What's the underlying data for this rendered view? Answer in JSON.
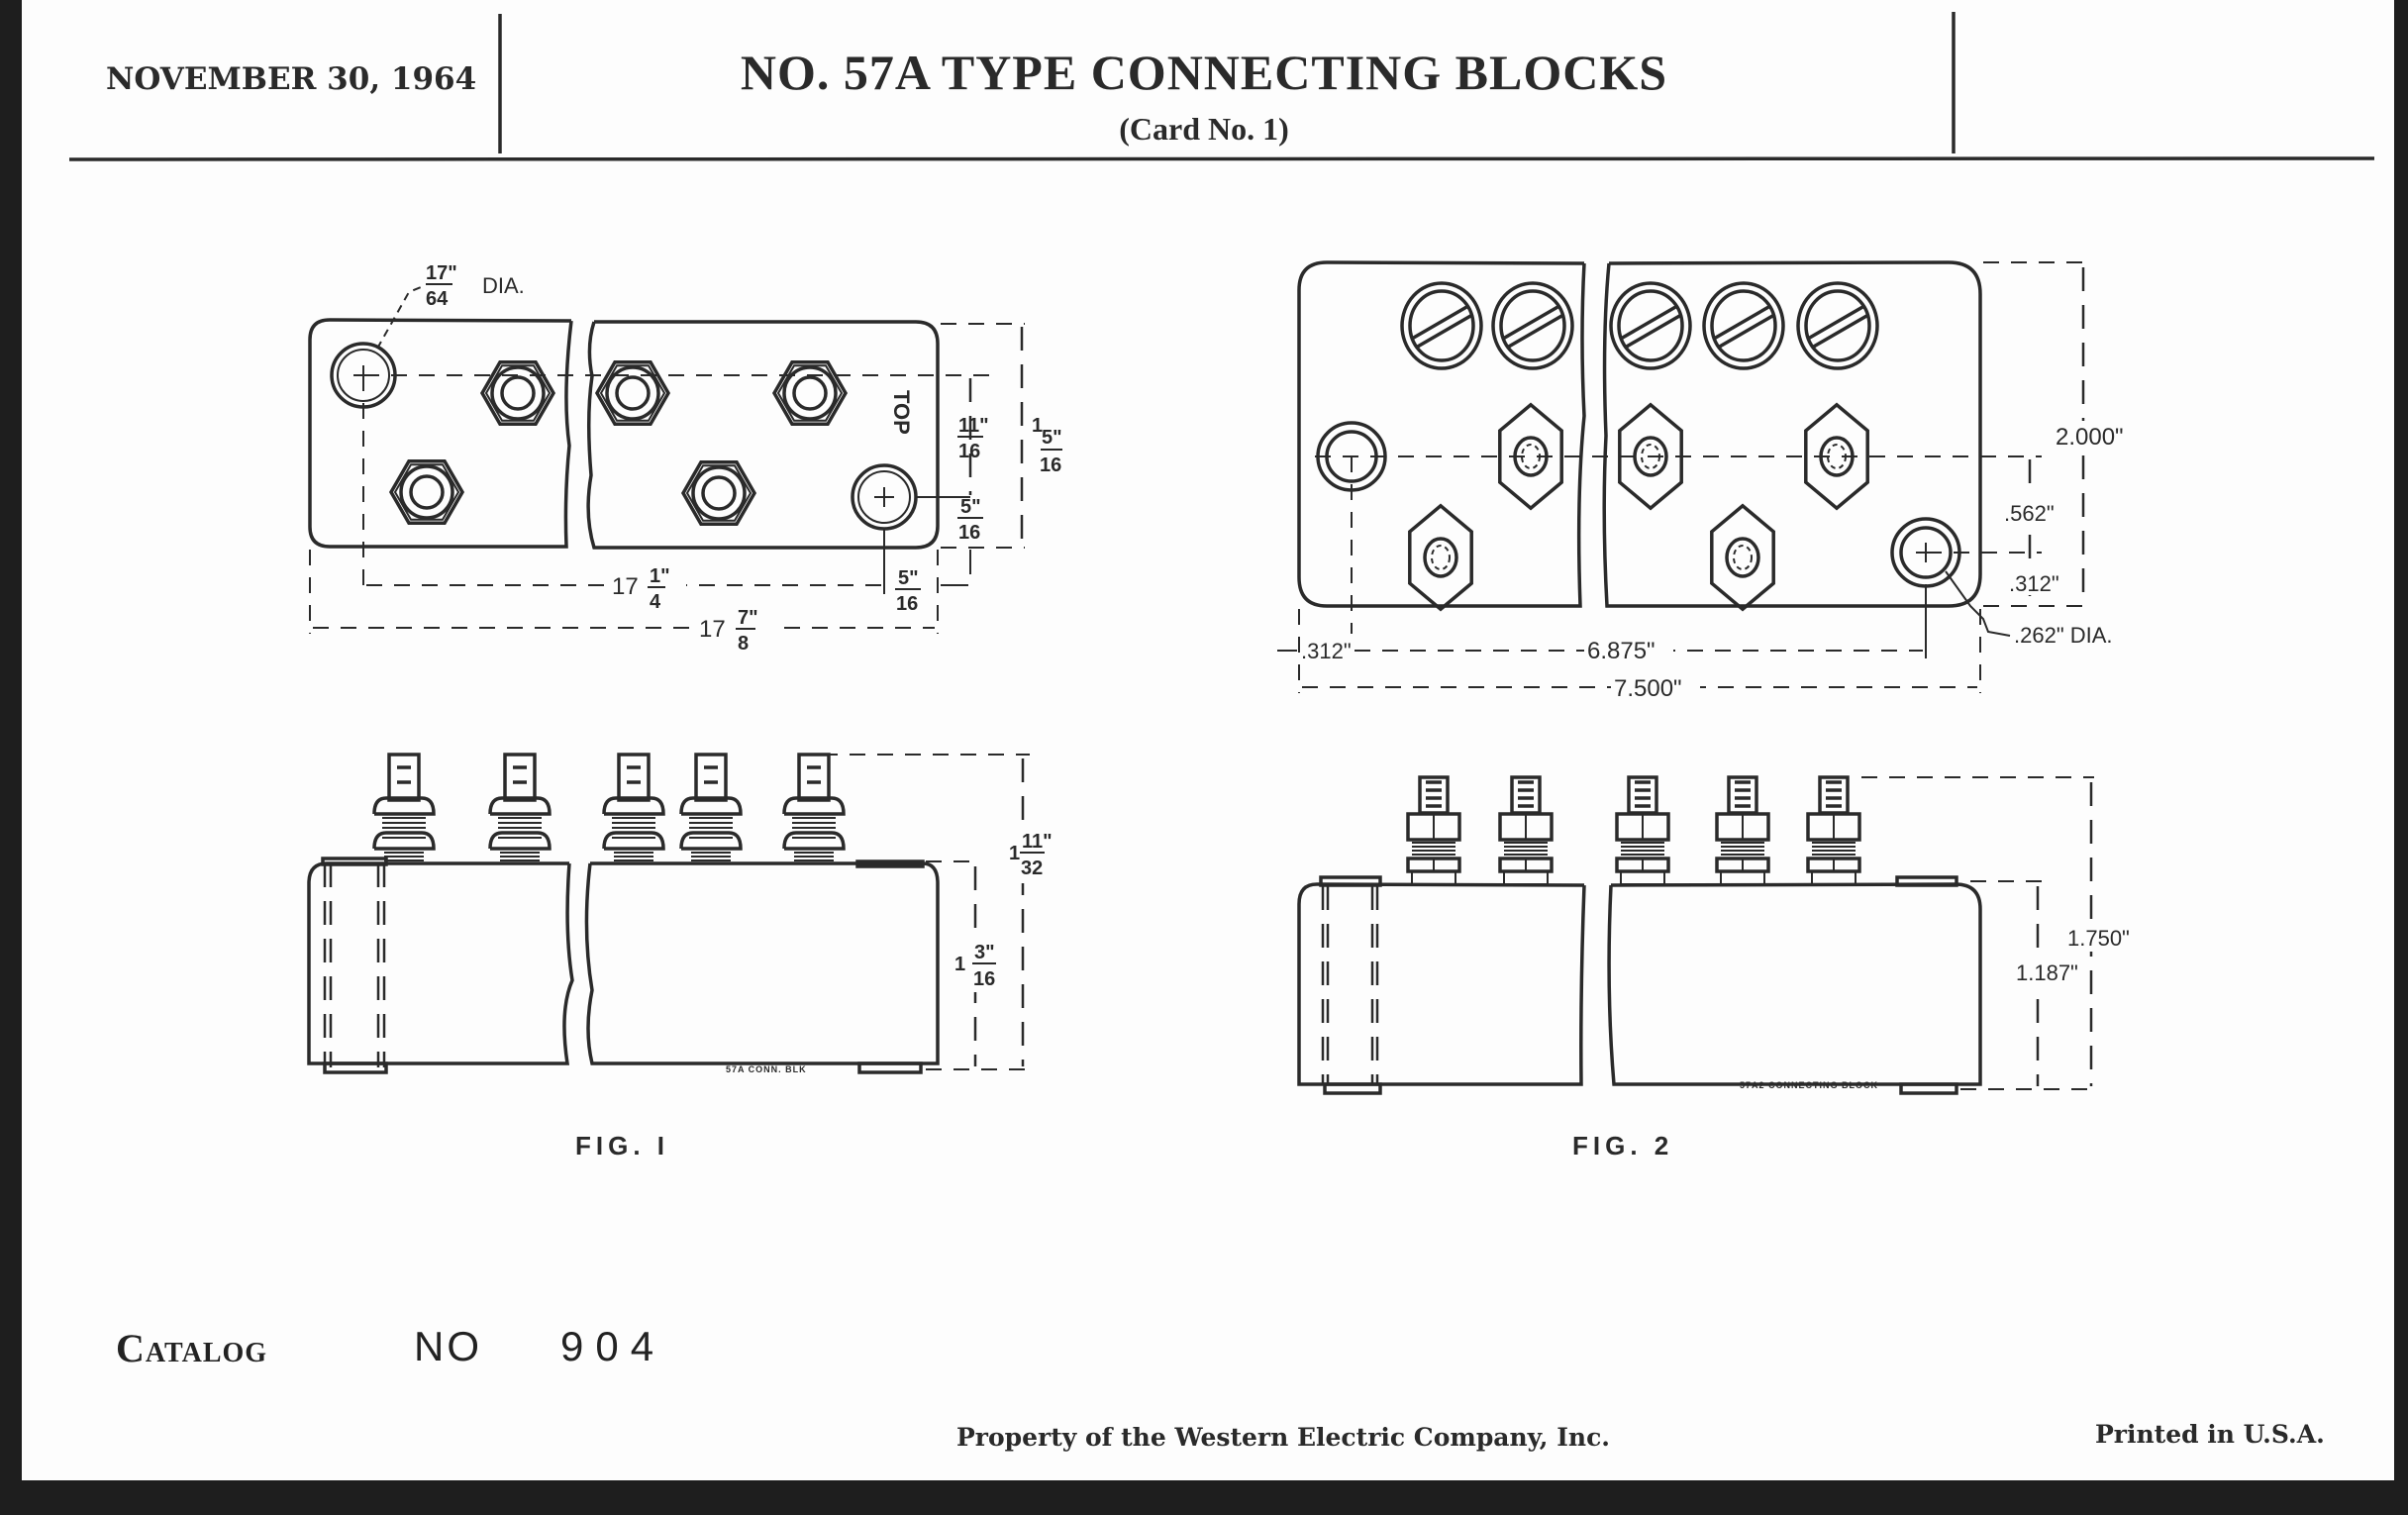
{
  "header": {
    "date": "NOVEMBER 30, 1964",
    "title": "NO. 57A TYPE CONNECTING BLOCKS",
    "subtitle": "(Card No. 1)"
  },
  "figures": {
    "fig1": {
      "caption": "FIG. I",
      "top_view": {
        "hole_dia_num": "17\"",
        "hole_dia_den": "64",
        "hole_dia_suffix": "DIA.",
        "orientation_label": "TOP",
        "dim_hole_spacing_whole": "17",
        "dim_hole_spacing_num": "1\"",
        "dim_hole_spacing_den": "4",
        "dim_overall_whole": "17",
        "dim_overall_num": "7\"",
        "dim_overall_den": "8",
        "dim_edge_num": "5\"",
        "dim_edge_den": "16",
        "dim_row_num": "11\"",
        "dim_row_den": "16",
        "dim_row2_num": "5\"",
        "dim_row2_den": "16",
        "dim_width_whole": "1",
        "dim_width_num": "5\"",
        "dim_width_den": "16"
      },
      "side_view": {
        "stamp": "57A CONN. BLK",
        "dim_body_whole": "1",
        "dim_body_num": "3\"",
        "dim_body_den": "16",
        "dim_total_whole": "1",
        "dim_total_num": "11\"",
        "dim_total_den": "32",
        "terminal_count": 5
      }
    },
    "fig2": {
      "caption": "FIG. 2",
      "top_view": {
        "dim_width": "2.000\"",
        "dim_row": ".562\"",
        "dim_edge": ".312\"",
        "hole_dia": ".262\" DIA.",
        "dim_left_edge": ".312\"",
        "dim_hole_spacing": "6.875\"",
        "dim_overall": "7.500\""
      },
      "side_view": {
        "stamp": "57A2 CONNECTING BLOCK",
        "dim_total": "1.750\"",
        "dim_body": "1.187\"",
        "terminal_count": 5
      }
    }
  },
  "catalog": {
    "label": "Catalog",
    "no_label": "NO",
    "number": "904"
  },
  "footer": {
    "property": "Property of the Western Electric Company, Inc.",
    "printed": "Printed in U.S.A."
  }
}
